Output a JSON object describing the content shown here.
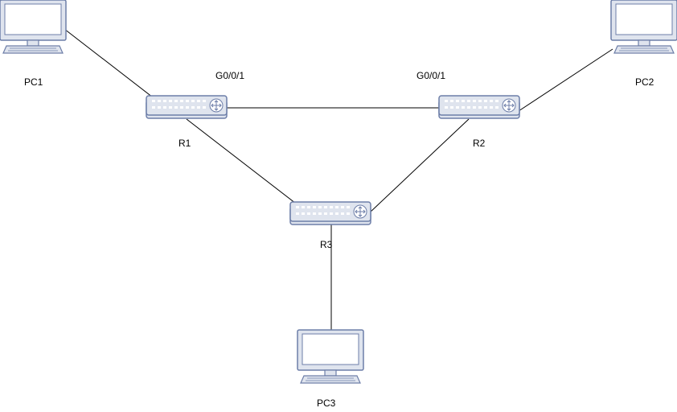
{
  "devices": {
    "pc1": {
      "label": "PC1"
    },
    "pc2": {
      "label": "PC2"
    },
    "pc3": {
      "label": "PC3"
    },
    "r1": {
      "label": "R1"
    },
    "r2": {
      "label": "R2"
    },
    "r3": {
      "label": "R3"
    }
  },
  "interfaces": {
    "r1_g001": "G0/0/1",
    "r2_g001": "G0/0/1"
  },
  "colors": {
    "device_fill": "#dfe4ee",
    "device_stroke": "#6d7ea8",
    "screen": "#ffffff",
    "link": "#000000"
  },
  "icons": {
    "pc": "computer-monitor-icon",
    "router": "router-icon"
  }
}
